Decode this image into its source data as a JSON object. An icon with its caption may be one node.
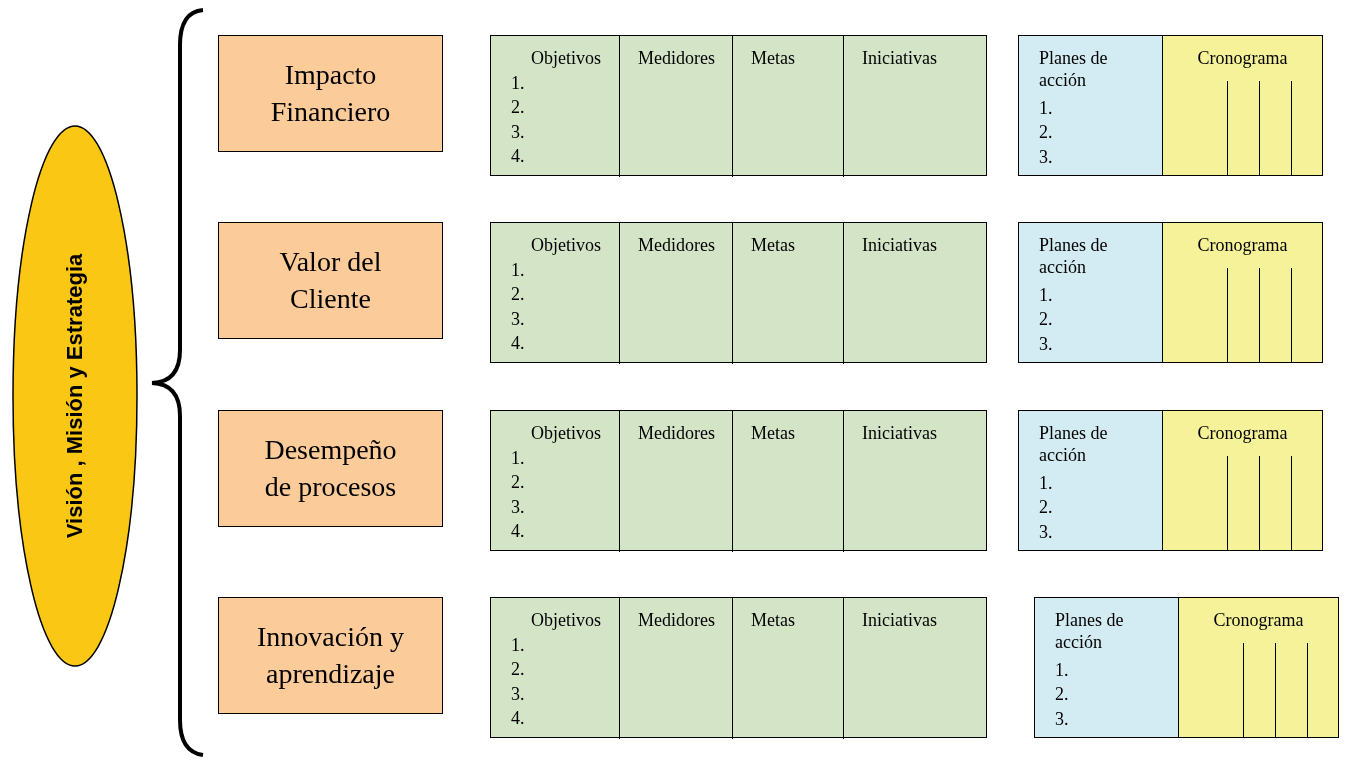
{
  "diagram": {
    "nodes": [
      {
        "text": [
          "Visión , Misión y Estrategia"
        ]
      },
      {
        "text": [
          "Impacto Financiero"
        ]
      },
      {
        "text": [],
        "shape": "box"
      },
      {
        "text": [
          "Objetivos",
          "1.",
          "2.",
          "3.",
          "4."
        ],
        "in": 2
      },
      {
        "text": [
          "Medidores"
        ],
        "in": 2
      },
      {
        "text": [
          "Metas"
        ],
        "in": 2
      },
      {
        "text": [
          "Iniciativas"
        ],
        "in": 2
      },
      {
        "text": [
          "Planes de acción",
          "1.",
          "2.",
          "3."
        ]
      },
      {
        "text": [
          "Cronograma"
        ]
      },
      {
        "text": [
          "Valor del Cliente"
        ]
      },
      {
        "text": [],
        "shape": "box"
      },
      {
        "text": [
          "Objetivos",
          "1.",
          "2.",
          "3.",
          "4."
        ],
        "in": 10
      },
      {
        "text": [
          "Medidores"
        ],
        "in": 10
      },
      {
        "text": [
          "Metas"
        ],
        "in": 10
      },
      {
        "text": [
          "Iniciativas"
        ],
        "in": 10
      },
      {
        "text": [
          "Planes de acción",
          "1.",
          "2.",
          "3."
        ]
      },
      {
        "text": [
          "Cronograma"
        ]
      },
      {
        "text": [
          "Desempeño de procesos"
        ]
      },
      {
        "text": [],
        "shape": "box"
      },
      {
        "text": [
          "Objetivos",
          "1.",
          "2.",
          "3.",
          "4."
        ],
        "in": 18
      },
      {
        "text": [
          "Medidores"
        ],
        "in": 18
      },
      {
        "text": [
          "Metas"
        ],
        "in": 18
      },
      {
        "text": [
          "Iniciativas"
        ],
        "in": 18
      },
      {
        "text": [
          "Planes de acción",
          "1.",
          "2.",
          "3."
        ]
      },
      {
        "text": [
          "Cronograma"
        ]
      },
      {
        "text": [
          "Innovación y aprendizaje"
        ]
      },
      {
        "text": [],
        "shape": "box"
      },
      {
        "text": [
          "Objetivos",
          "1.",
          "2.",
          "3.",
          "4."
        ],
        "in": 26
      },
      {
        "text": [
          "Medidores"
        ],
        "in": 26
      },
      {
        "text": [
          "Metas"
        ],
        "in": 26
      },
      {
        "text": [
          "Iniciativas"
        ],
        "in": 26
      },
      {
        "text": [
          "Planes de acción",
          "1.",
          "2.",
          "3."
        ]
      },
      {
        "text": [
          "Cronograma"
        ]
      }
    ],
    "edges": []
  }
}
